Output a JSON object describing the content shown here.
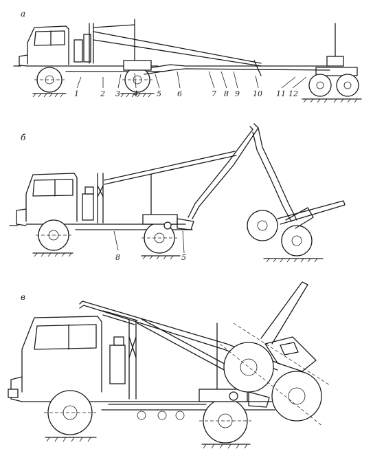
{
  "figure": {
    "panels": [
      {
        "id": "a",
        "label": "а",
        "callouts": [
          "1",
          "2",
          "3",
          "4",
          "5",
          "6",
          "7",
          "8",
          "9",
          "10",
          "11",
          "12"
        ]
      },
      {
        "id": "b",
        "label": "б",
        "callouts": [
          "8",
          "5"
        ]
      },
      {
        "id": "c",
        "label": "в",
        "callouts": []
      }
    ]
  }
}
